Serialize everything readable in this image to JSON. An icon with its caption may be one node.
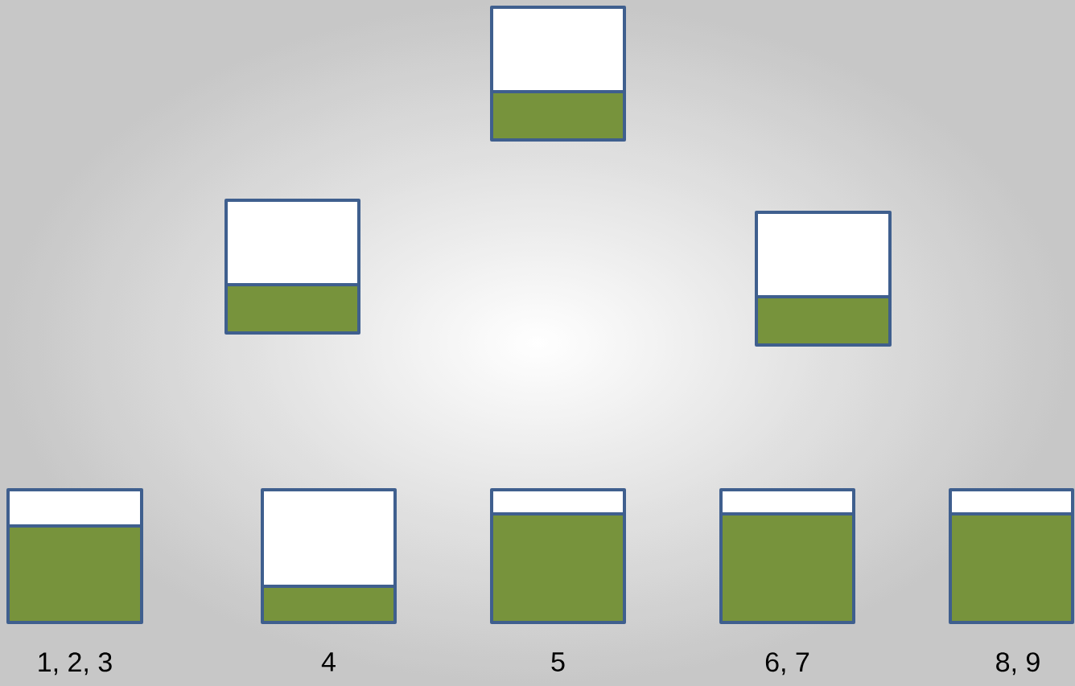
{
  "diagram": {
    "nodes": [
      {
        "text": [],
        "shape": "box"
      },
      {
        "text": [],
        "shape": "box"
      },
      {
        "text": [],
        "shape": "box"
      },
      {
        "text": [],
        "shape": "box",
        "beside": [
          "1, 2, 3"
        ]
      },
      {
        "text": [],
        "shape": "box",
        "beside": [
          "4"
        ]
      },
      {
        "text": [],
        "shape": "box",
        "beside": [
          "5"
        ]
      },
      {
        "text": [],
        "shape": "box",
        "beside": [
          "6, 7"
        ]
      },
      {
        "text": [],
        "shape": "box",
        "beside": [
          "8, 9"
        ]
      }
    ]
  }
}
